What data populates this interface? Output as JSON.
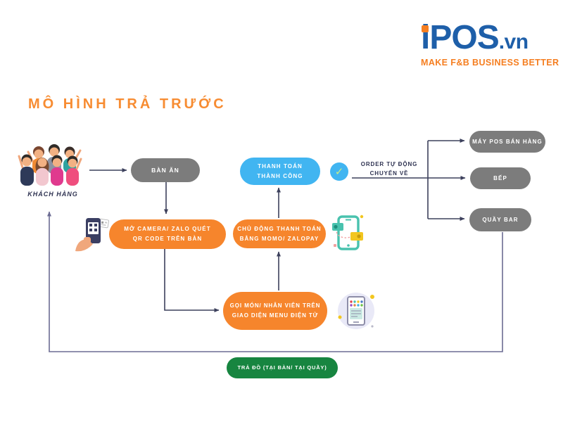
{
  "logo": {
    "brand": "iPOS",
    "domain_suffix": ".vn",
    "tagline": "MAKE F&B BUSINESS BETTER"
  },
  "title": "MÔ HÌNH TRẢ TRƯỚC",
  "flow": {
    "customer": {
      "label": "KHÁCH HÀNG"
    },
    "table": {
      "label": "BÀN ĂN"
    },
    "scan_qr": {
      "label": "MỞ CAMERA/ ZALO QUÉT\nQR CODE TRÊN BÀN"
    },
    "order_menu": {
      "label": "GỌI MÓN/ NHÂN VIÊN TRÊN\nGIAO DIỆN MENU ĐIỆN TỬ"
    },
    "pay_momo": {
      "label": "CHỦ ĐỘNG THANH TOÁN\nBẰNG MOMO/ ZALOPAY"
    },
    "pay_success": {
      "label": "THANH TOÁN\nTHÀNH CÔNG",
      "check": "✓"
    },
    "auto_order": {
      "label": "ORDER TỰ ĐỘNG\nCHUYỂN VỀ"
    },
    "destinations": [
      {
        "label": "MÁY POS BÁN HÀNG"
      },
      {
        "label": "BẾP"
      },
      {
        "label": "QUẦY BAR"
      }
    ],
    "serve": {
      "label": "TRẢ ĐỒ (TẠI BÀN/ TẠI QUẦY)"
    }
  },
  "colors": {
    "node_orange": "#F6852C",
    "node_gray": "#7C7C7C",
    "node_blue": "#41B5F1",
    "node_green": "#178540",
    "arrow_navy": "#3C405C",
    "return_line": "#6C6C93",
    "title_orange": "#F78C32",
    "logo_blue": "#1E5FA9",
    "logo_orange": "#F57E20",
    "check_green": "#C6EA87"
  }
}
